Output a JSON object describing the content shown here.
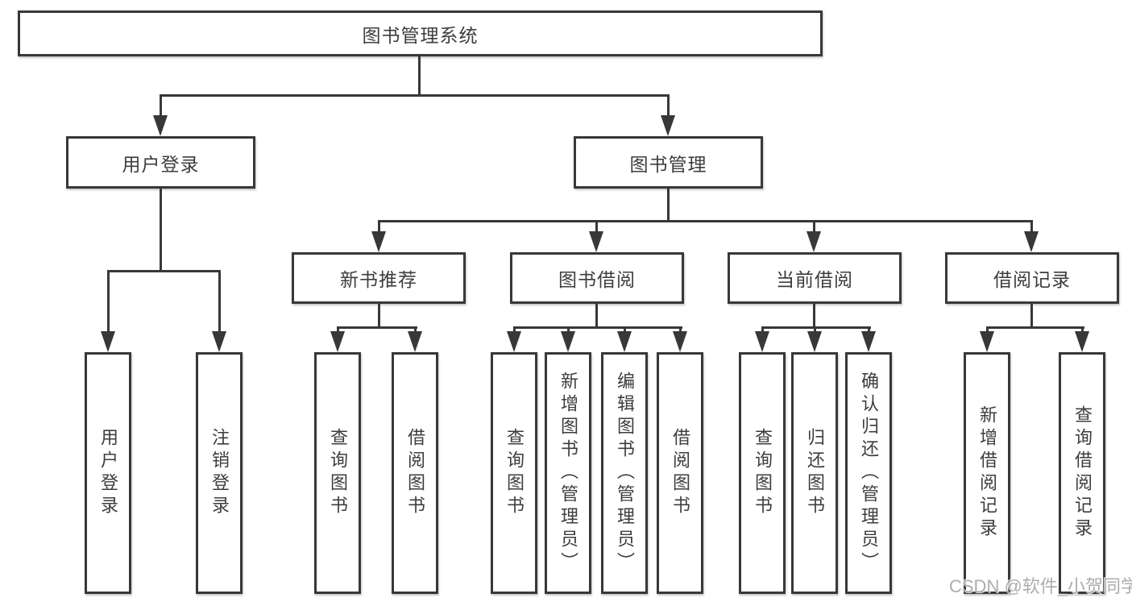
{
  "root": {
    "label": "图书管理系统"
  },
  "branches": [
    {
      "label": "用户登录",
      "children": [
        {
          "label": "用户登录"
        },
        {
          "label": "注销登录"
        }
      ]
    },
    {
      "label": "图书管理",
      "children": [
        {
          "label": "新书推荐",
          "children": [
            {
              "label": "查询图书"
            },
            {
              "label": "借阅图书"
            }
          ]
        },
        {
          "label": "图书借阅",
          "children": [
            {
              "label": "查询图书"
            },
            {
              "label": "新增图书（管理员）"
            },
            {
              "label": "编辑图书（管理员）"
            },
            {
              "label": "借阅图书"
            }
          ]
        },
        {
          "label": "当前借阅",
          "children": [
            {
              "label": "查询图书"
            },
            {
              "label": "归还图书"
            },
            {
              "label": "确认归还（管理员）"
            }
          ]
        },
        {
          "label": "借阅记录",
          "children": [
            {
              "label": "新增借阅记录"
            },
            {
              "label": "查询借阅记录"
            }
          ]
        }
      ]
    }
  ],
  "watermark": {
    "text": "CSDN @软件_小贺同学"
  },
  "colors": {
    "line": "#383838",
    "box_border": "#383838",
    "text": "#3d3d3d",
    "bg": "#ffffff",
    "watermark": "#adadad"
  }
}
